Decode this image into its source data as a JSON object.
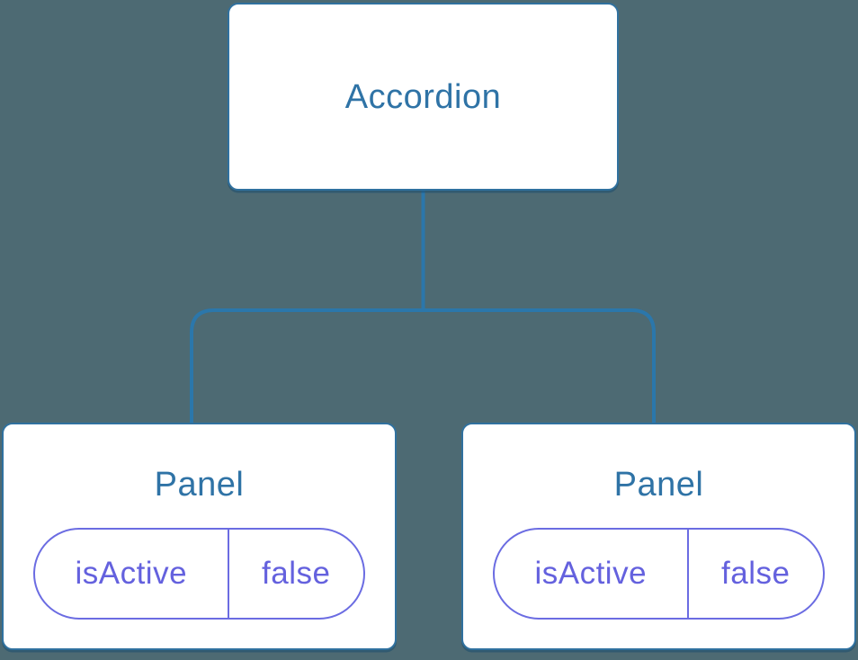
{
  "diagram": {
    "root": {
      "label": "Accordion"
    },
    "children": [
      {
        "label": "Panel",
        "state": {
          "key": "isActive",
          "value": "false"
        }
      },
      {
        "label": "Panel",
        "state": {
          "key": "isActive",
          "value": "false"
        }
      }
    ]
  },
  "colors": {
    "background": "#4d6a73",
    "node-fill": "#ffffff",
    "node-border": "#30719f",
    "connector": "#2b77ab",
    "heading-text": "#2f73a6",
    "pill-border": "#6b6ce2",
    "pill-text": "#6461de"
  }
}
